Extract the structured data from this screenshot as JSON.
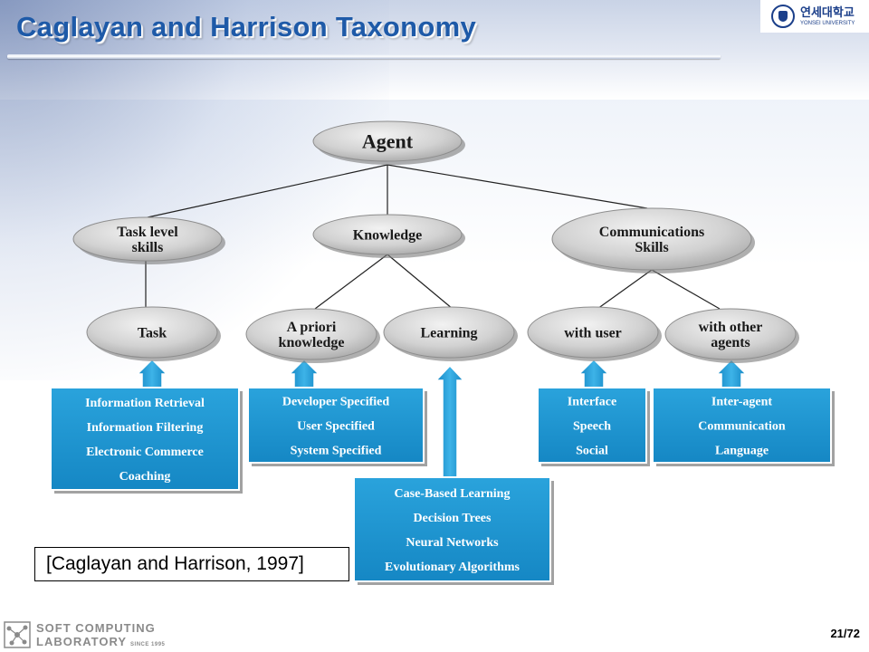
{
  "slide": {
    "title": "Caglayan and Harrison Taxonomy",
    "citation": "[Caglayan and Harrison, 1997]",
    "page_number": "21/72"
  },
  "university_logo": {
    "name": "연세대학교",
    "subtitle": "YONSEI UNIVERSITY",
    "icon": "university-emblem-icon"
  },
  "lab_logo": {
    "line1": "SOFT COMPUTING",
    "line2": "LABORATORY",
    "since": "SINCE 1995",
    "icon": "network-nodes-icon"
  },
  "colors": {
    "title": "#1e5aa8",
    "node_fill": "#d3d3d3",
    "box_fill": "#1a8fcb",
    "arrow_fill": "#1a8fcb"
  },
  "taxonomy": {
    "root": {
      "id": "agent",
      "label": "Agent"
    },
    "categories": [
      {
        "id": "task-level-skills",
        "label": [
          "Task level",
          "skills"
        ]
      },
      {
        "id": "knowledge",
        "label": [
          "Knowledge"
        ]
      },
      {
        "id": "communications-skills",
        "label": [
          "Communications",
          "Skills"
        ]
      }
    ],
    "subcategories": [
      {
        "id": "task",
        "parent": "task-level-skills",
        "label": [
          "Task"
        ]
      },
      {
        "id": "a-priori-knowledge",
        "parent": "knowledge",
        "label": [
          "A priori",
          "knowledge"
        ]
      },
      {
        "id": "learning",
        "parent": "knowledge",
        "label": [
          "Learning"
        ]
      },
      {
        "id": "with-user",
        "parent": "communications-skills",
        "label": [
          "with user"
        ]
      },
      {
        "id": "with-other-agents",
        "parent": "communications-skills",
        "label": [
          "with other",
          "agents"
        ]
      }
    ],
    "examples": [
      {
        "id": "task-examples",
        "target": "task",
        "items": [
          "Information Retrieval",
          "Information Filtering",
          "Electronic Commerce",
          "Coaching"
        ]
      },
      {
        "id": "a-priori-examples",
        "target": "a-priori-knowledge",
        "items": [
          "Developer Specified",
          "User Specified",
          "System Specified"
        ]
      },
      {
        "id": "learning-examples",
        "target": "learning",
        "items": [
          "Case-Based Learning",
          "Decision Trees",
          "Neural Networks",
          "Evolutionary Algorithms"
        ]
      },
      {
        "id": "with-user-examples",
        "target": "with-user",
        "items": [
          "Interface",
          "Speech",
          "Social"
        ]
      },
      {
        "id": "with-other-agents-examples",
        "target": "with-other-agents",
        "items": [
          "Inter-agent",
          "Communication",
          "Language"
        ]
      }
    ]
  }
}
